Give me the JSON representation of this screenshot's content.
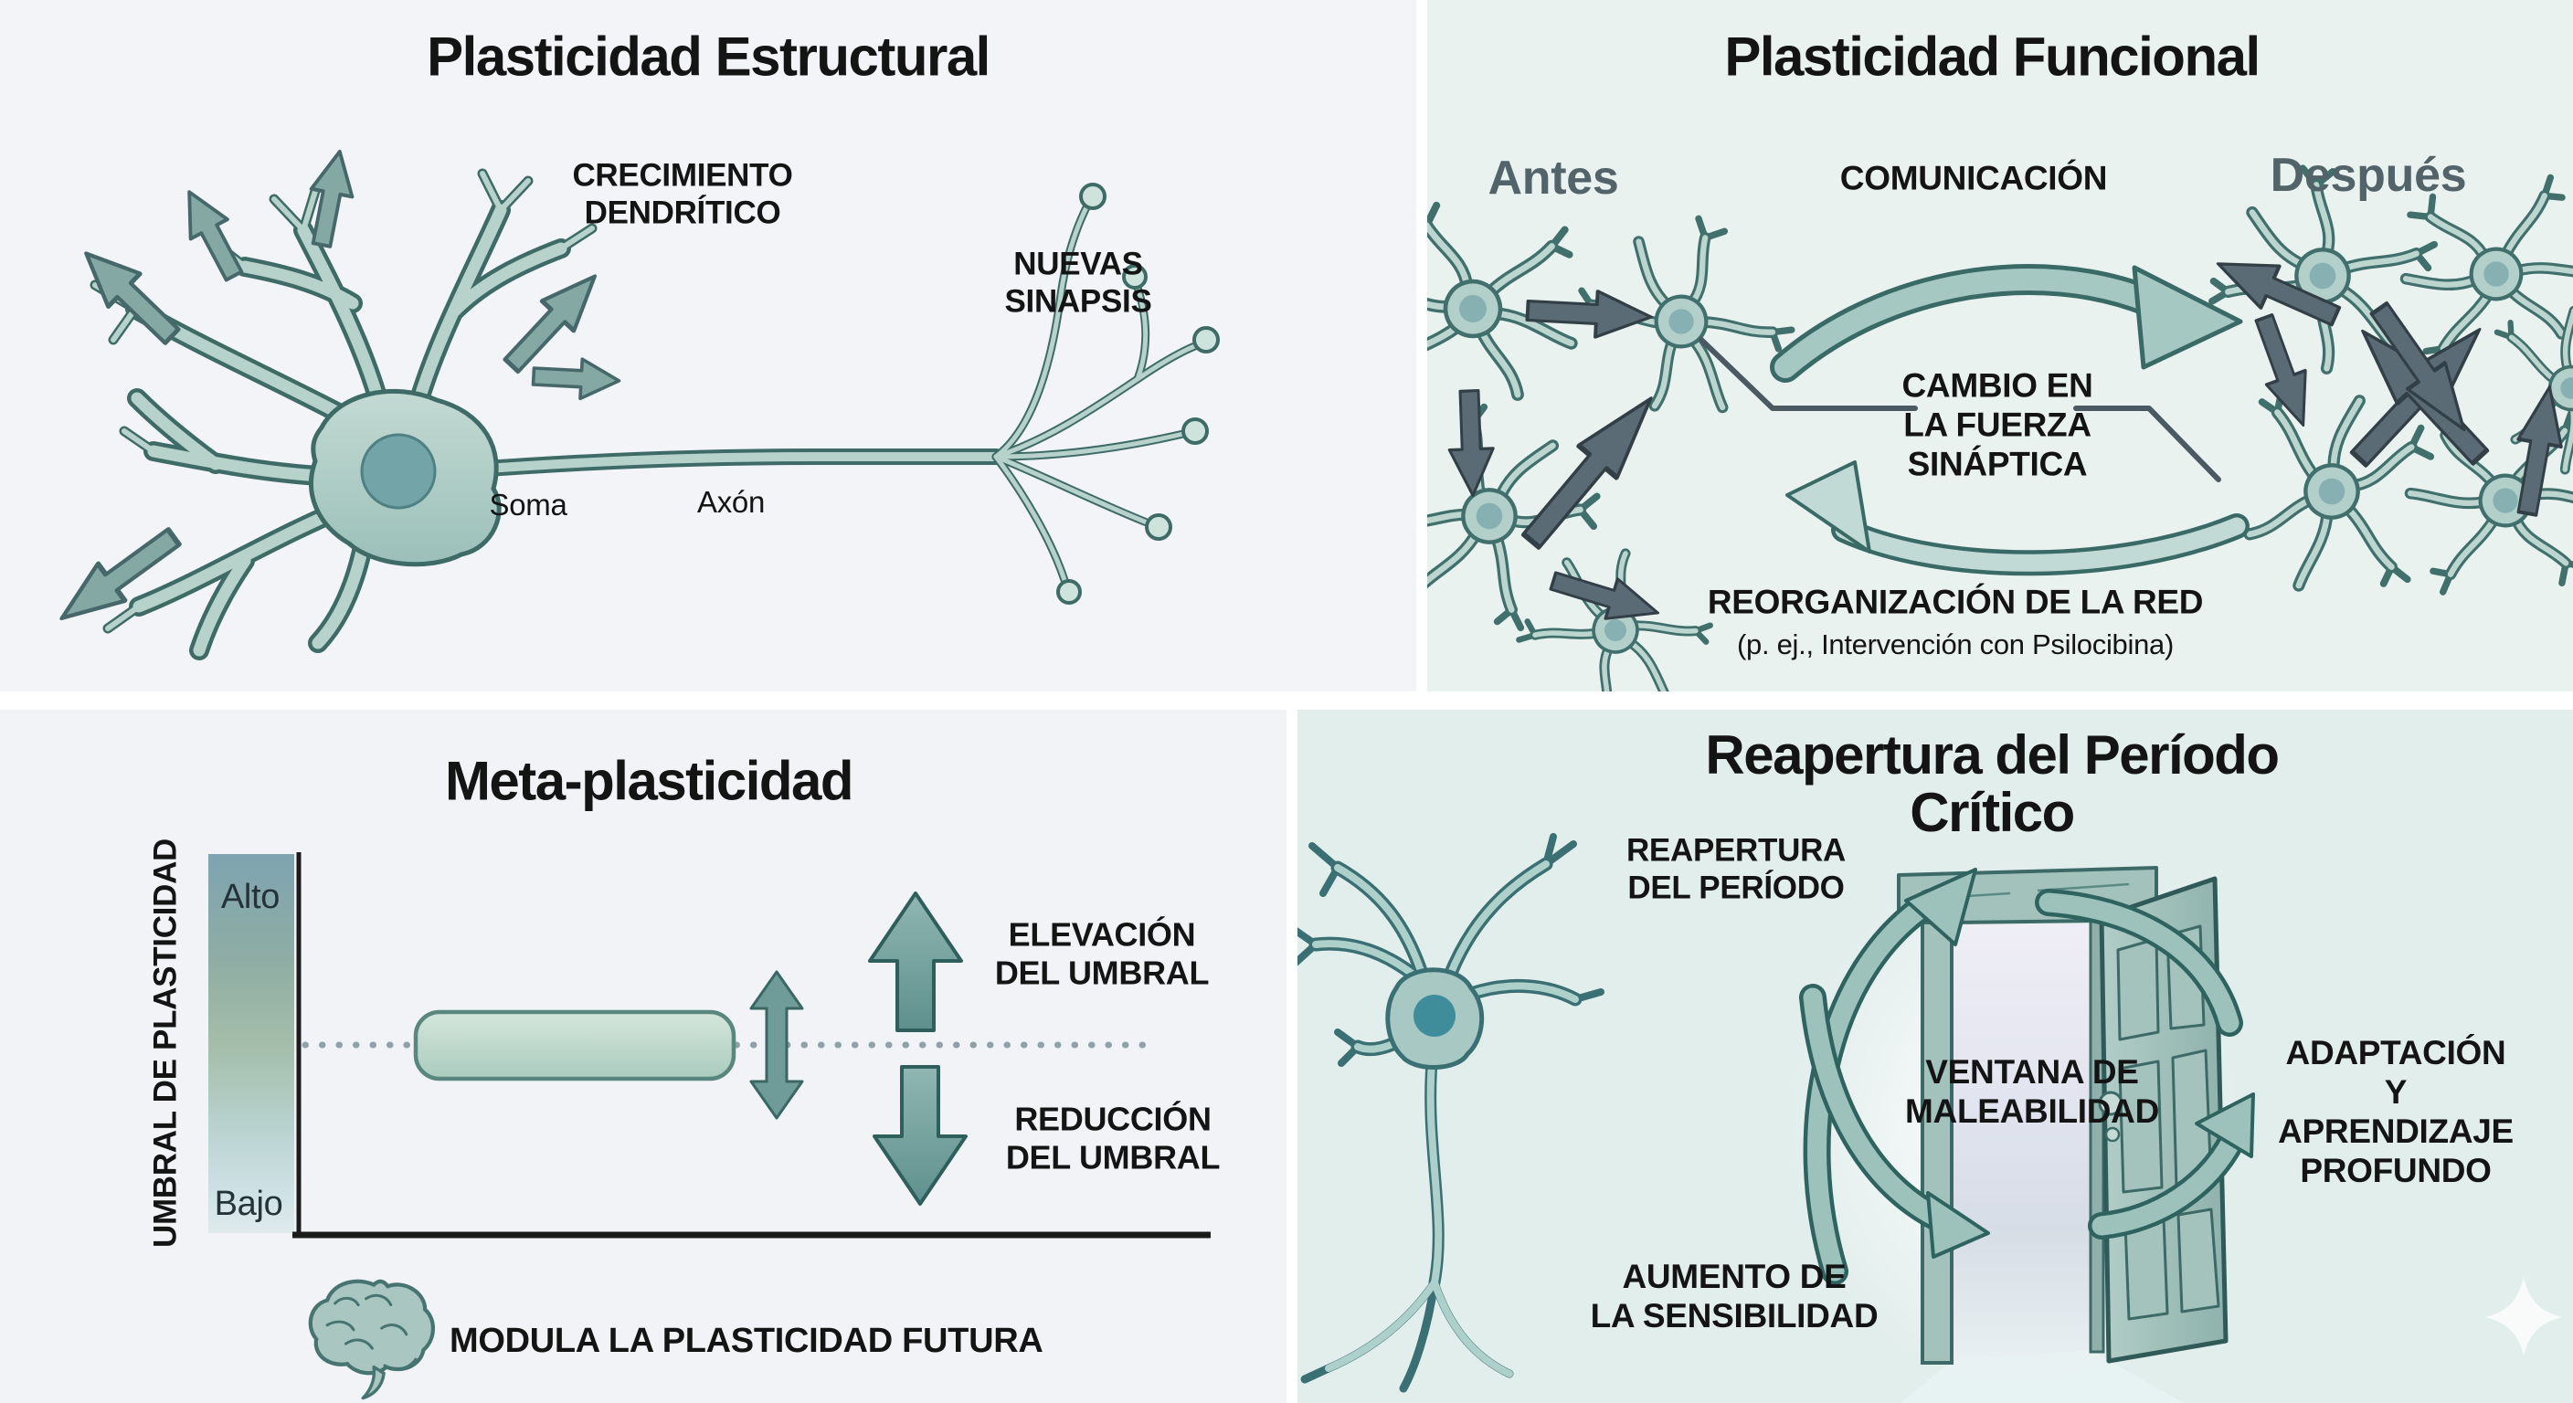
{
  "panels": {
    "structural": {
      "title": "Plasticidad Estructural",
      "labels": {
        "dendritic_growth": "CRECIMIENTO\nDENDRÍTICO",
        "new_synapses": "NUEVAS\nSINAPSIS",
        "soma": "Soma",
        "axon": "Axón"
      }
    },
    "functional": {
      "title": "Plasticidad Funcional",
      "labels": {
        "before": "Antes",
        "after": "Después",
        "communication": "COMUNICACIÓN",
        "synaptic_change": "CAMBIO EN\nLA FUERZA\nSINÁPTICA",
        "reorganization": "REORGANIZACIÓN DE LA RED",
        "reorganization_note": "(p. ej., Intervención con Psilocibina)"
      }
    },
    "meta": {
      "title": "Meta-plasticidad",
      "labels": {
        "y_axis": "UMBRAL DE PLASTICIDAD",
        "high": "Alto",
        "low": "Bajo",
        "raise_threshold": "ELEVACIÓN\nDEL UMBRAL",
        "lower_threshold": "REDUCCIÓN\nDEL UMBRAL",
        "modulates": "MODULA LA PLASTICIDAD FUTURA"
      }
    },
    "critical": {
      "title": "Reapertura del Período Crítico",
      "labels": {
        "reopening": "REAPERTURA\nDEL PERÍODO",
        "window": "VENTANA DE\nMALEABILIDAD",
        "adaptation": "ADAPTACIÓN Y\nAPRENDIZAJE\nPROFUNDO",
        "sensitivity": "AUMENTO DE\nLA SENSIBILIDAD"
      }
    }
  },
  "colors": {
    "accent_teal": "#8db4ae",
    "outline_teal": "#2f5f5c",
    "cell_fill": "#b3cfc9",
    "dark_arrow": "#5b6b75",
    "text_dark": "#141414",
    "muted_label": "#52646a",
    "bg_structural": "#f2f4f7",
    "bg_functional": "#e9f2ee",
    "bg_meta": "#f1f3f6",
    "bg_critical": "#e2eeec"
  }
}
